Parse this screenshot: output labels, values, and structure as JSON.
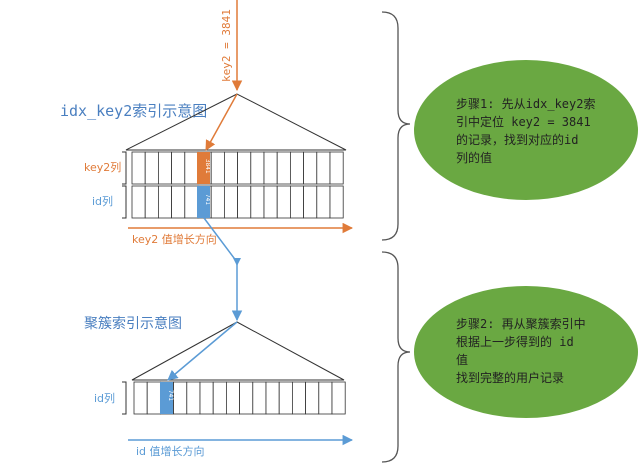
{
  "colors": {
    "orange": "#e07b39",
    "blue": "#5b9bd5",
    "green": "#6aa842",
    "line": "#333333",
    "bracket": "#555555",
    "text_dark": "#222222",
    "title_blue": "#4a7fc0"
  },
  "secondary_index": {
    "title": "idx_key2索引示意图",
    "search_label": "key2 = 3841",
    "row_label_key": "key2列",
    "row_label_id": "id列",
    "highlight_key_value": "3841",
    "highlight_id_value": "741",
    "axis_label": "key2 值增长方向"
  },
  "clustered_index": {
    "title": "聚簇索引示意图",
    "row_label_id": "id列",
    "highlight_id_value": "741",
    "axis_label": "id 值增长方向"
  },
  "steps": [
    {
      "text_lines": [
        "步骤1: 先从idx_key2索",
        "引中定位 key2 = 3841",
        "的记录，找到对应的id",
        "列的值"
      ]
    },
    {
      "text_lines": [
        "步骤2: 再从聚簇索引中",
        "根据上一步得到的 id",
        "值",
        "找到完整的用户记录"
      ]
    }
  ]
}
